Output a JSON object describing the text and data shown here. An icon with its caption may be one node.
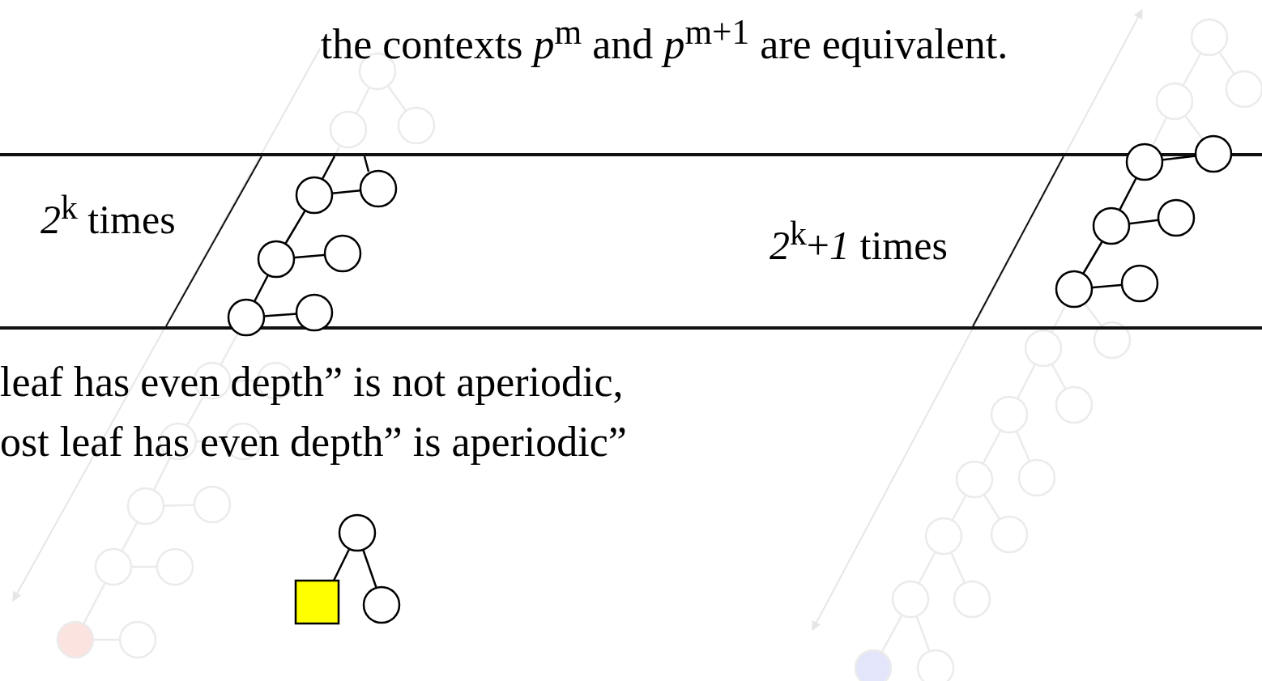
{
  "diagram": {
    "labels": [
      "the contexts *p*$^{m}$ and *p*$^{m+1}$ are equivalent.",
      "*2*$^{k}$ times",
      "*2*$^{k}$+*1* times",
      "leaf has even depth” is not aperiodic,",
      "ost leaf has even depth” is aperiodic”"
    ]
  }
}
